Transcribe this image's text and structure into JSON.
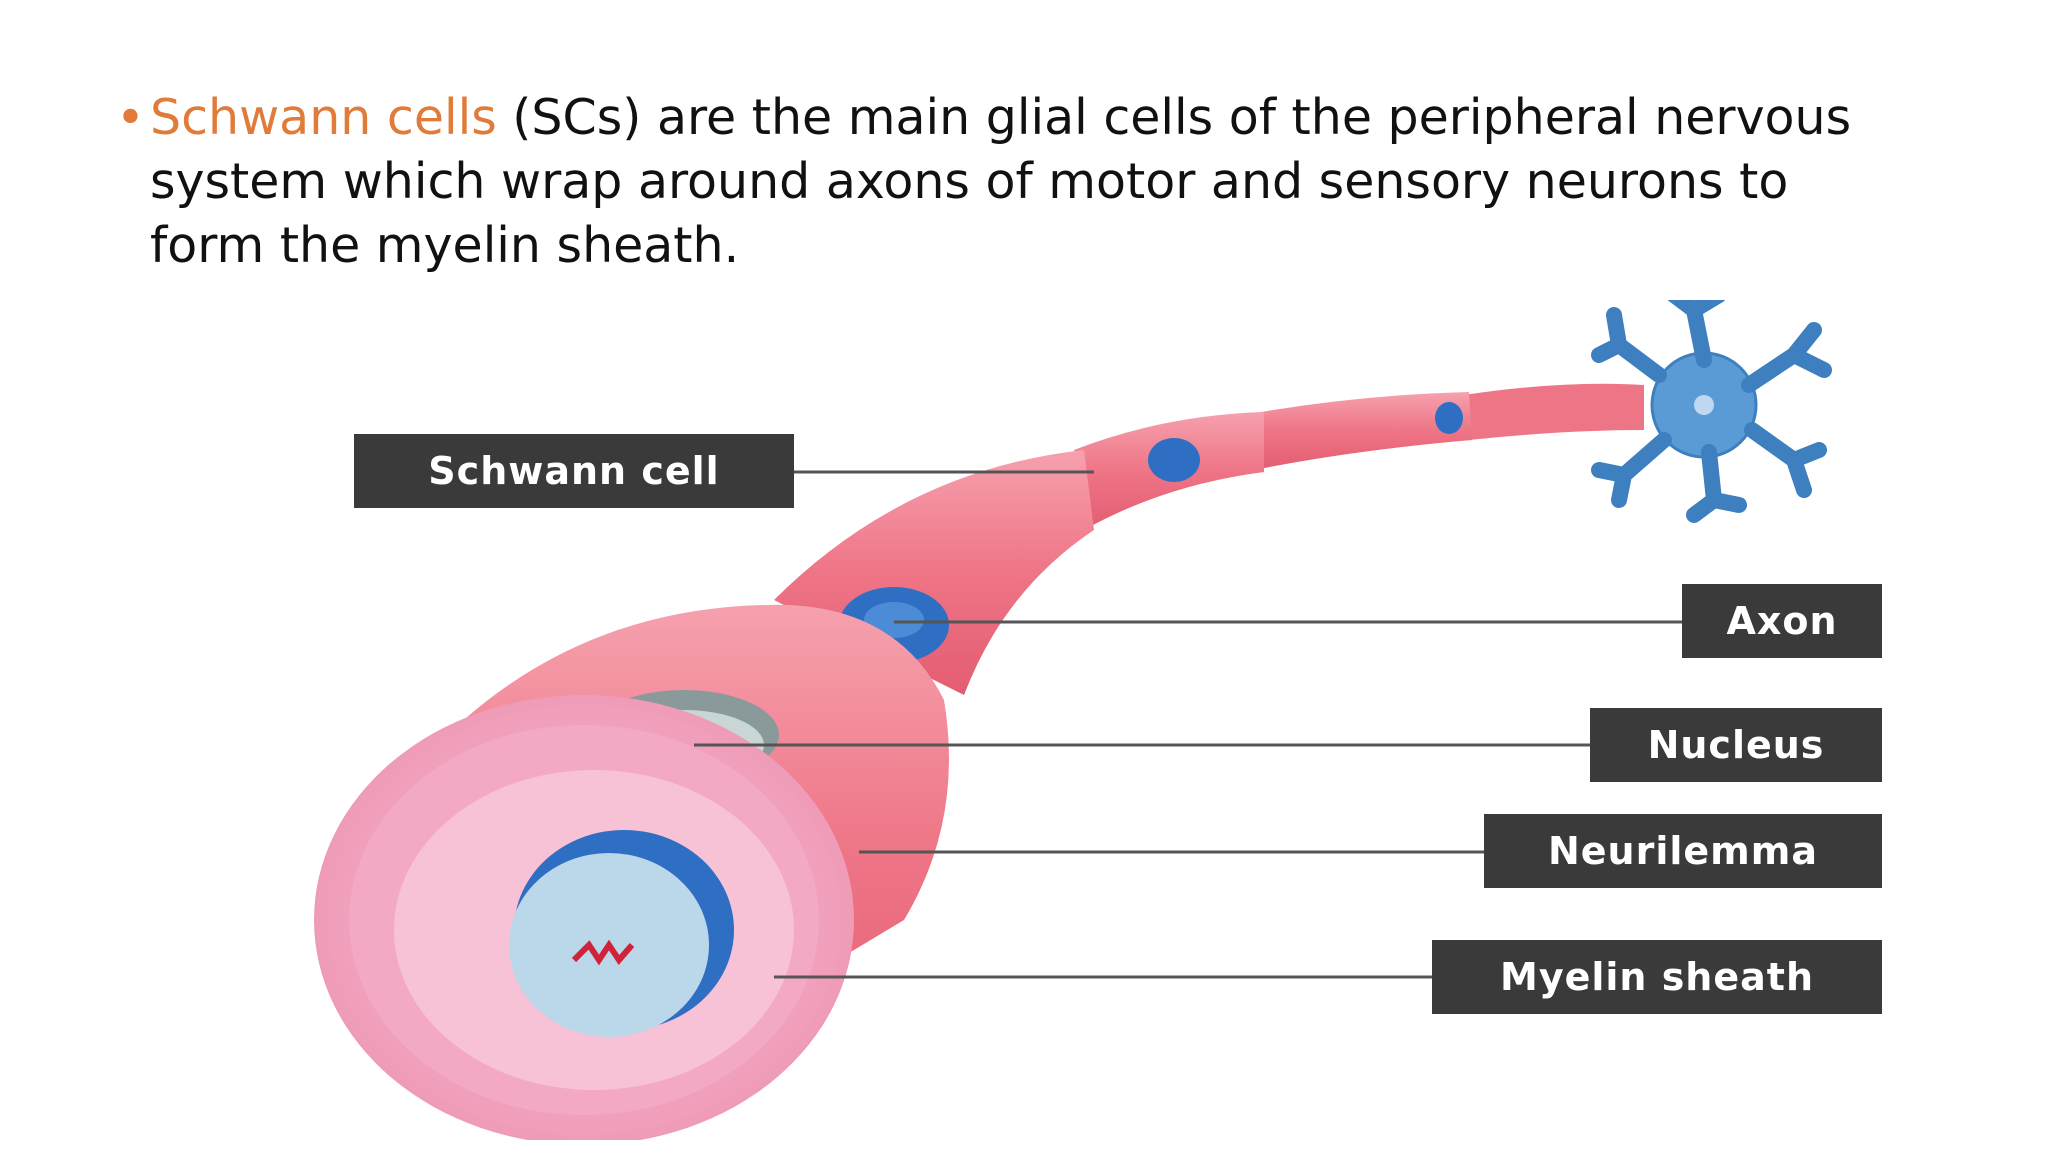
{
  "bullet": {
    "highlight": "Schwann cells",
    "text": " (SCs) are the main glial cells of the peripheral nervous system which wrap around axons of motor and sensory neurons to form the myelin sheath."
  },
  "diagram": {
    "labels": {
      "schwann_cell": "Schwann cell",
      "axon": "Axon",
      "nucleus": "Nucleus",
      "neurilemma": "Neurilemma",
      "myelin_sheath": "Myelin sheath"
    }
  },
  "colors": {
    "accent": "#E07B39",
    "label_bg": "#3a3a3a",
    "sheath_pink": "#F07A8E",
    "axon_blue": "#2E6FC4",
    "neuron_blue": "#5B9BD5"
  }
}
